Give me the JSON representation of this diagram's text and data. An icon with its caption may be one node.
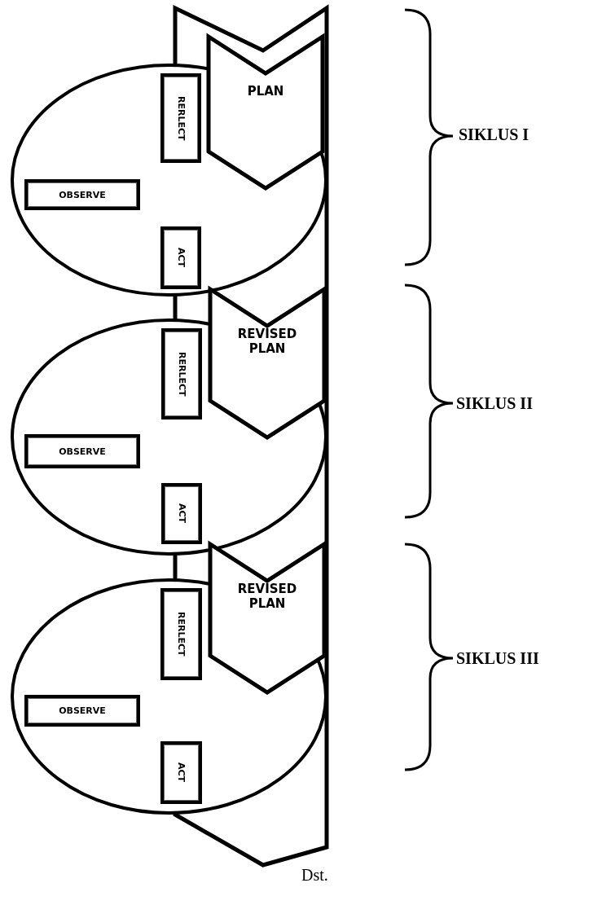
{
  "diagram": {
    "nodes": [
      {
        "text": [],
        "shape": "arrow"
      },
      {
        "text": [],
        "shape": "ellipse"
      },
      {
        "text": [
          "PLAN"
        ],
        "in": 0
      },
      {
        "text": [
          "RERLECT"
        ],
        "in": 1
      },
      {
        "text": [
          "OBSERVE"
        ],
        "in": 1
      },
      {
        "text": [
          "ACT"
        ],
        "in": 1
      },
      {
        "text": [],
        "shape": "ellipse"
      },
      {
        "text": [
          "REVISED PLAN"
        ],
        "in": 0
      },
      {
        "text": [
          "RERLECT"
        ],
        "in": 6
      },
      {
        "text": [
          "OBSERVE"
        ],
        "in": 6
      },
      {
        "text": [
          "ACT"
        ],
        "in": 6
      },
      {
        "text": [],
        "shape": "ellipse"
      },
      {
        "text": [
          "REVISED PLAN"
        ],
        "in": 0
      },
      {
        "text": [
          "RERLECT"
        ],
        "in": 11
      },
      {
        "text": [
          "OBSERVE"
        ],
        "in": 11
      },
      {
        "text": [
          "ACT"
        ],
        "in": 11
      }
    ],
    "edges": [],
    "labels": [
      "SIKLUS I",
      "SIKLUS II",
      "SIKLUS III",
      "Dst."
    ]
  }
}
